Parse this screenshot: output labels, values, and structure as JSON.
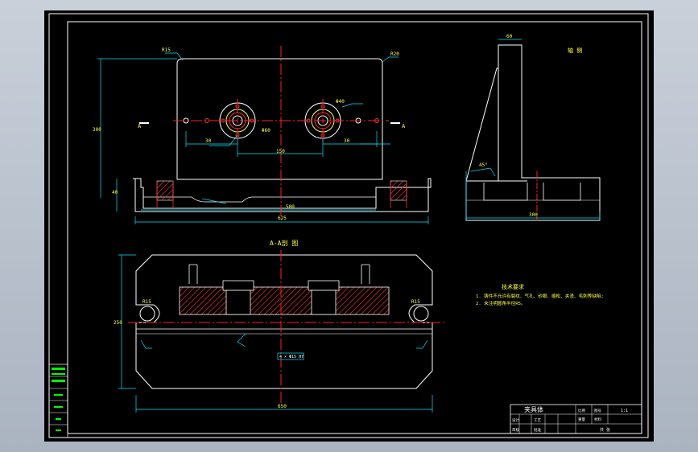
{
  "colors": {
    "background": "#000000",
    "outline": "#ffffff",
    "centerline": "#ff2020",
    "dimension": "#00e5ff",
    "text": "#ffff40",
    "hatch": "#ff3030",
    "titleblock_green": "#00ff00"
  },
  "labels": {
    "top_note": "轴 侧",
    "section_title": "A-A剖 图",
    "section_mark_left": "A",
    "section_mark_right": "A",
    "tech_req_title": "技术要求",
    "tech_req_1": "1. 铸件不允许有裂纹、气孔、砂眼、缩松、夹渣、毛刺等缺陷;",
    "tech_req_2": "2. 未注明圆角半径R5。",
    "title_block_name": "夹具体",
    "title_block_scale": "1:1",
    "title_block_sheet": "共 张",
    "title_block_cells": [
      "设计",
      "审核",
      "工艺",
      "批准",
      "比例",
      "重量",
      "图号",
      "材料"
    ]
  },
  "dims": {
    "top_width": "625",
    "top_inner": "500",
    "top_hole_pitch": "150",
    "top_height": "300",
    "top_r1": "R15",
    "top_r2": "R20",
    "top_left_offset": "30",
    "top_right_offset": "30",
    "top_base_h": "40",
    "hole_label_1": "Φ60",
    "hole_label_2": "Φ40",
    "side_width": "300",
    "side_top": "60",
    "side_slope": "45°",
    "bottom_width": "650",
    "bottom_height": "250",
    "bottom_r_left": "R15",
    "bottom_r_right": "R15",
    "center_tag": "4 × Φ15 H7"
  }
}
